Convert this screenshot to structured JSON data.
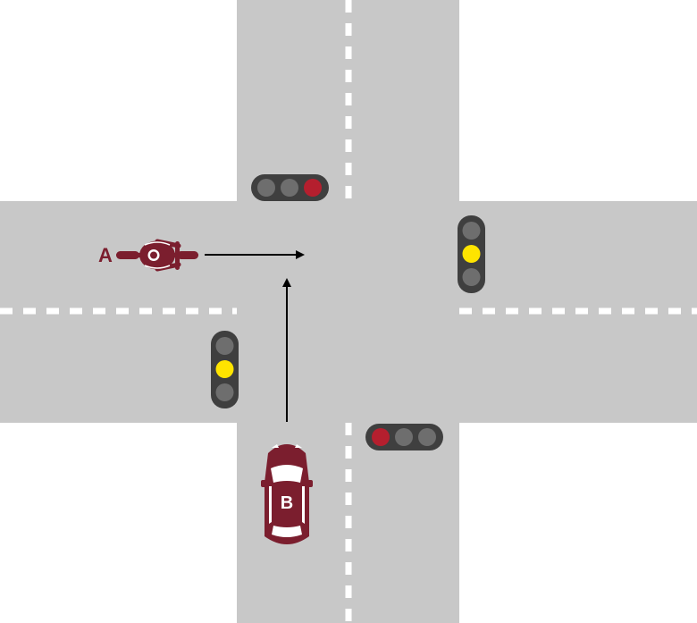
{
  "colors": {
    "background": "#ffffff",
    "road": "#c8c8c8",
    "lane_marking": "#ffffff",
    "vehicle": "#7b1e2e",
    "arrow": "#000000",
    "light_housing": "#3f3f3f",
    "light_off": "#6e6e6e",
    "light_red": "#b51f2e",
    "light_yellow": "#ffe400",
    "vehicle_label": "#ffffff"
  },
  "participants": {
    "cyclist": {
      "label": "A",
      "icon": "bicycle-rider-icon",
      "direction": "east"
    },
    "car": {
      "label": "B",
      "icon": "car-top-view-icon",
      "direction": "north"
    }
  },
  "traffic_lights": {
    "north": {
      "orientation": "horizontal",
      "active": "red"
    },
    "east": {
      "orientation": "vertical",
      "active": "yellow"
    },
    "west": {
      "orientation": "vertical",
      "active": "yellow"
    },
    "south": {
      "orientation": "horizontal",
      "active": "red"
    }
  }
}
